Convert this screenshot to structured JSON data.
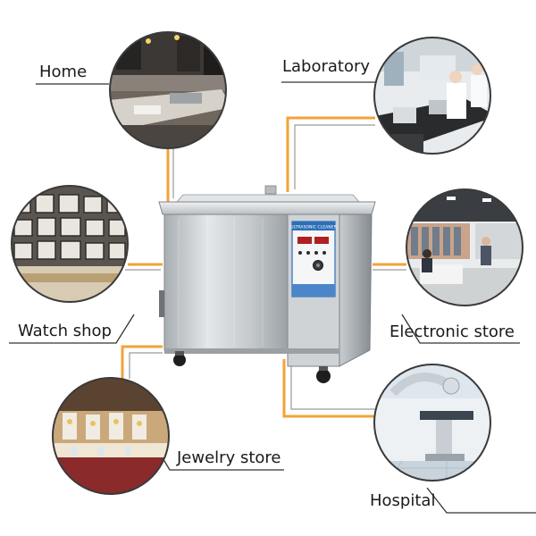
{
  "colors": {
    "connector_orange": "#f2a33a",
    "connector_gray": "#9a9a9a",
    "frame_stroke": "#333333",
    "steel_light": "#d9dde0",
    "steel_dark": "#8d9398",
    "panel_blue": "#2d6fb8"
  },
  "machine": {
    "panel_title": "ULTRASONIC CLEANER"
  },
  "scenes": [
    {
      "id": "home",
      "label": "Home"
    },
    {
      "id": "laboratory",
      "label": "Laboratory"
    },
    {
      "id": "watch-shop",
      "label": "Watch shop"
    },
    {
      "id": "electronic-store",
      "label": "Electronic store"
    },
    {
      "id": "jewelry-store",
      "label": "Jewelry store"
    },
    {
      "id": "hospital",
      "label": "Hospital"
    }
  ]
}
